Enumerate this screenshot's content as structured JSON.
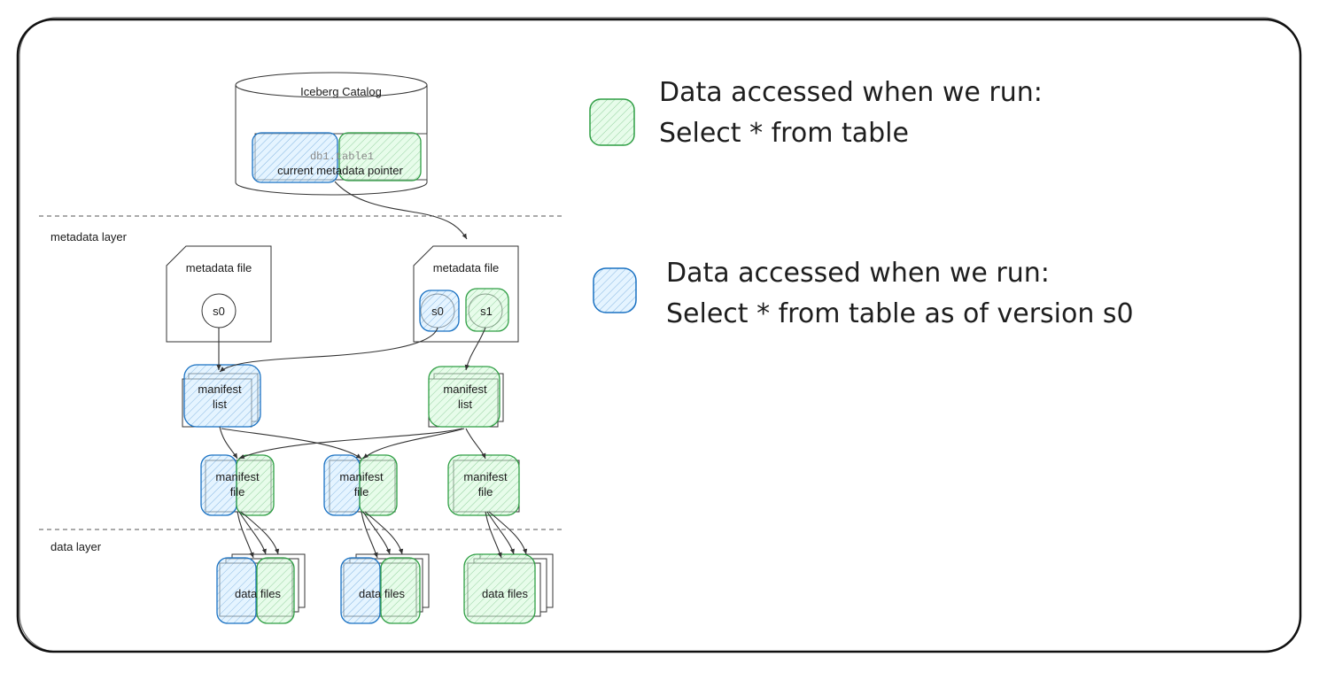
{
  "catalog": {
    "title": "Iceberg Catalog",
    "entry_name": "db1.table1",
    "entry_pointer": "current metadata pointer"
  },
  "layers": {
    "metadata": "metadata layer",
    "data": "data layer"
  },
  "metadata_files": [
    {
      "label": "metadata file",
      "snapshots": [
        "s0"
      ]
    },
    {
      "label": "metadata file",
      "snapshots": [
        "s0",
        "s1"
      ]
    }
  ],
  "manifest_lists": [
    {
      "line1": "manifest",
      "line2": "list"
    },
    {
      "line1": "manifest",
      "line2": "list"
    }
  ],
  "manifest_files": [
    {
      "line1": "manifest",
      "line2": "file"
    },
    {
      "line1": "manifest",
      "line2": "file"
    },
    {
      "line1": "manifest",
      "line2": "file"
    }
  ],
  "data_files": [
    {
      "label": "data files"
    },
    {
      "label": "data files"
    },
    {
      "label": "data files"
    }
  ],
  "legend": [
    {
      "color": "#2f9e44",
      "fill": "#b2f2bb",
      "line1": "Data accessed when we run:",
      "line2": "Select * from table"
    },
    {
      "color": "#1971c2",
      "fill": "#a5d8ff",
      "line1": "Data accessed when we run:",
      "line2": "Select * from table as of version s0"
    }
  ]
}
